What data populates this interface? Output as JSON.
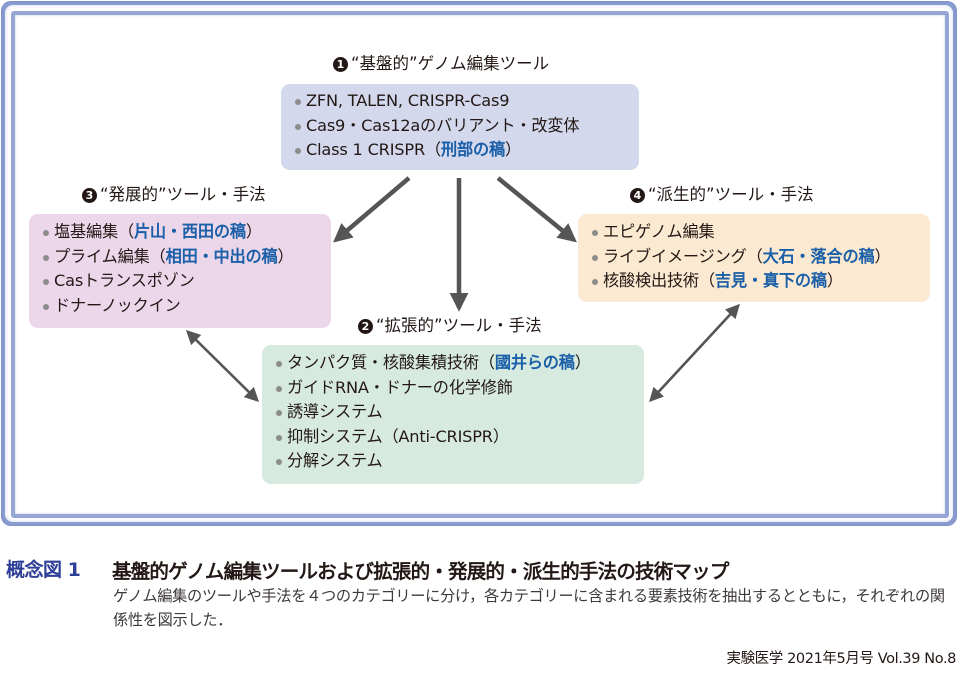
{
  "diagram": {
    "categories": [
      {
        "number": "1",
        "title": "“基盤的”ゲノム編集ツール",
        "items": [
          {
            "text": "ZFN, TALEN, CRISPR-Cas9",
            "ref": ""
          },
          {
            "text": "Cas9・Cas12aのバリアント・改変体",
            "ref": ""
          },
          {
            "text": "Class 1 CRISPR（",
            "ref": "刑部の稿",
            "close": "）"
          }
        ],
        "color": "#d3d8ed"
      },
      {
        "number": "2",
        "title": "“拡張的”ツール・手法",
        "items": [
          {
            "text": "タンパク質・核酸集積技術（",
            "ref": "國井らの稿",
            "close": "）"
          },
          {
            "text": "ガイドRNA・ドナーの化学修飾",
            "ref": ""
          },
          {
            "text": "誘導システム",
            "ref": ""
          },
          {
            "text": "抑制システム（Anti-CRISPR）",
            "ref": ""
          },
          {
            "text": "分解システム",
            "ref": ""
          }
        ],
        "color": "#d7eadf"
      },
      {
        "number": "3",
        "title": "“発展的”ツール・手法",
        "items": [
          {
            "text": "塩基編集（",
            "ref": "片山・西田の稿",
            "close": "）"
          },
          {
            "text": "プライム編集（",
            "ref": "相田・中出の稿",
            "close": "）"
          },
          {
            "text": "Casトランスポゾン",
            "ref": ""
          },
          {
            "text": "ドナーノックイン",
            "ref": ""
          }
        ],
        "color": "#ecd7ea"
      },
      {
        "number": "4",
        "title": "“派生的”ツール・手法",
        "items": [
          {
            "text": "エピゲノム編集",
            "ref": ""
          },
          {
            "text": "ライブイメージング（",
            "ref": "大石・落合の稿",
            "close": "）"
          },
          {
            "text": "核酸検出技術（",
            "ref": "吉見・真下の稿",
            "close": "）"
          }
        ],
        "color": "#fbe9d1"
      }
    ],
    "connections": [
      {
        "from": "1",
        "to": "3",
        "type": "one-way"
      },
      {
        "from": "1",
        "to": "2",
        "type": "one-way"
      },
      {
        "from": "1",
        "to": "4",
        "type": "one-way"
      },
      {
        "from": "3",
        "to": "2",
        "type": "two-way"
      },
      {
        "from": "4",
        "to": "2",
        "type": "two-way"
      }
    ],
    "ref_color": "#1a5fa8",
    "arrow_color": "#555555",
    "frame_color": "#8a9ccf"
  },
  "caption": {
    "figure_label": "概念図 1",
    "title": "基盤的ゲノム編集ツールおよび拡張的・発展的・派生的手法の技術マップ",
    "body": "ゲノム編集のツールや手法を４つのカテゴリーに分け，各カテゴリーに含まれる要素技術を抽出するとともに，それぞれの関係性を図示した．",
    "figure_label_color": "#2e3f97"
  },
  "source": "実験医学 2021年5月号 Vol.39 No.8"
}
